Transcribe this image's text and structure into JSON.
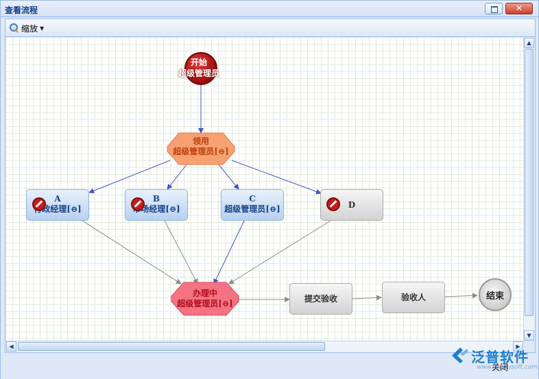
{
  "window": {
    "title": "查看流程",
    "close_glyph": "✕"
  },
  "toolbar": {
    "zoom_label": "缩放"
  },
  "flow": {
    "start": {
      "line1": "开始",
      "line2": "超级管理员"
    },
    "lingyong": {
      "line1": "领用",
      "line2": "超级管理员[⊖]"
    },
    "a": {
      "line1": "A",
      "line2": "行政经理[⊖]"
    },
    "b": {
      "line1": "B",
      "line2": "市场经理[⊖]"
    },
    "c": {
      "line1": "C",
      "line2": "超级管理员[⊖]"
    },
    "d": {
      "line1": "D"
    },
    "banli": {
      "line1": "办理中",
      "line2": "超级管理员[⊖]"
    },
    "tijiao": {
      "line1": "提交验收"
    },
    "yanshou": {
      "line1": "验收人"
    },
    "end": {
      "line1": "结束"
    }
  },
  "footer": {
    "close_label": "关闭"
  },
  "brand": {
    "name": "泛普软件",
    "url": "www.fanpusoft.com"
  },
  "colors": {
    "flow_edge": "#3f55c9",
    "merge_edge": "#8c8c8c",
    "start_red": "#b01616",
    "hex_orange": "#f08a4b",
    "hex_red": "#ef5d6b"
  }
}
